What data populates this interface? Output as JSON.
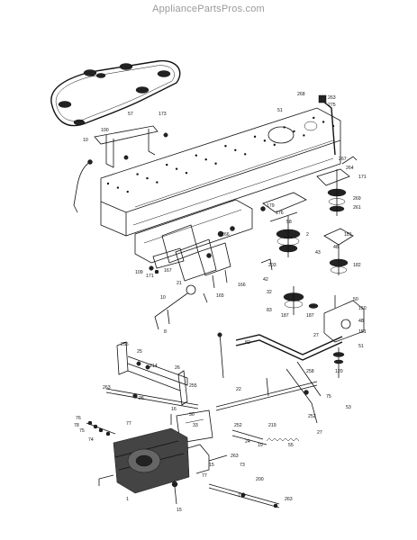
{
  "watermark": "AppliancePartsPros.com",
  "part_labels": [
    {
      "text": "268"
    },
    {
      "text": "263"
    },
    {
      "text": "275"
    },
    {
      "text": "51"
    },
    {
      "text": "57"
    },
    {
      "text": "10"
    },
    {
      "text": "100"
    },
    {
      "text": "173"
    },
    {
      "text": "267"
    },
    {
      "text": "264"
    },
    {
      "text": "171"
    },
    {
      "text": "269"
    },
    {
      "text": "261"
    },
    {
      "text": "179"
    },
    {
      "text": "176"
    },
    {
      "text": "58"
    },
    {
      "text": "2"
    },
    {
      "text": "181"
    },
    {
      "text": "48"
    },
    {
      "text": "43"
    },
    {
      "text": "182"
    },
    {
      "text": "187"
    },
    {
      "text": "21"
    },
    {
      "text": "266"
    },
    {
      "text": "171"
    },
    {
      "text": "109"
    },
    {
      "text": "167"
    },
    {
      "text": "165"
    },
    {
      "text": "166"
    },
    {
      "text": "203"
    },
    {
      "text": "42"
    },
    {
      "text": "8"
    },
    {
      "text": "10"
    },
    {
      "text": "32"
    },
    {
      "text": "83"
    },
    {
      "text": "187"
    },
    {
      "text": "50"
    },
    {
      "text": "150"
    },
    {
      "text": "48"
    },
    {
      "text": "151"
    },
    {
      "text": "51"
    },
    {
      "text": "27"
    },
    {
      "text": "82"
    },
    {
      "text": "255"
    },
    {
      "text": "25"
    },
    {
      "text": "214"
    },
    {
      "text": "26"
    },
    {
      "text": "255"
    },
    {
      "text": "263"
    },
    {
      "text": "26"
    },
    {
      "text": "22"
    },
    {
      "text": "258"
    },
    {
      "text": "120"
    },
    {
      "text": "75"
    },
    {
      "text": "16"
    },
    {
      "text": "30"
    },
    {
      "text": "33"
    },
    {
      "text": "252"
    },
    {
      "text": "76"
    },
    {
      "text": "78"
    },
    {
      "text": "75"
    },
    {
      "text": "74"
    },
    {
      "text": "77"
    },
    {
      "text": "219"
    },
    {
      "text": "55"
    },
    {
      "text": "263"
    },
    {
      "text": "15"
    },
    {
      "text": "19"
    },
    {
      "text": "73"
    },
    {
      "text": "77"
    },
    {
      "text": "200"
    },
    {
      "text": "1"
    },
    {
      "text": "71"
    },
    {
      "text": "263"
    },
    {
      "text": "15"
    },
    {
      "text": "27"
    },
    {
      "text": "24"
    },
    {
      "text": "252"
    },
    {
      "text": "53"
    }
  ]
}
